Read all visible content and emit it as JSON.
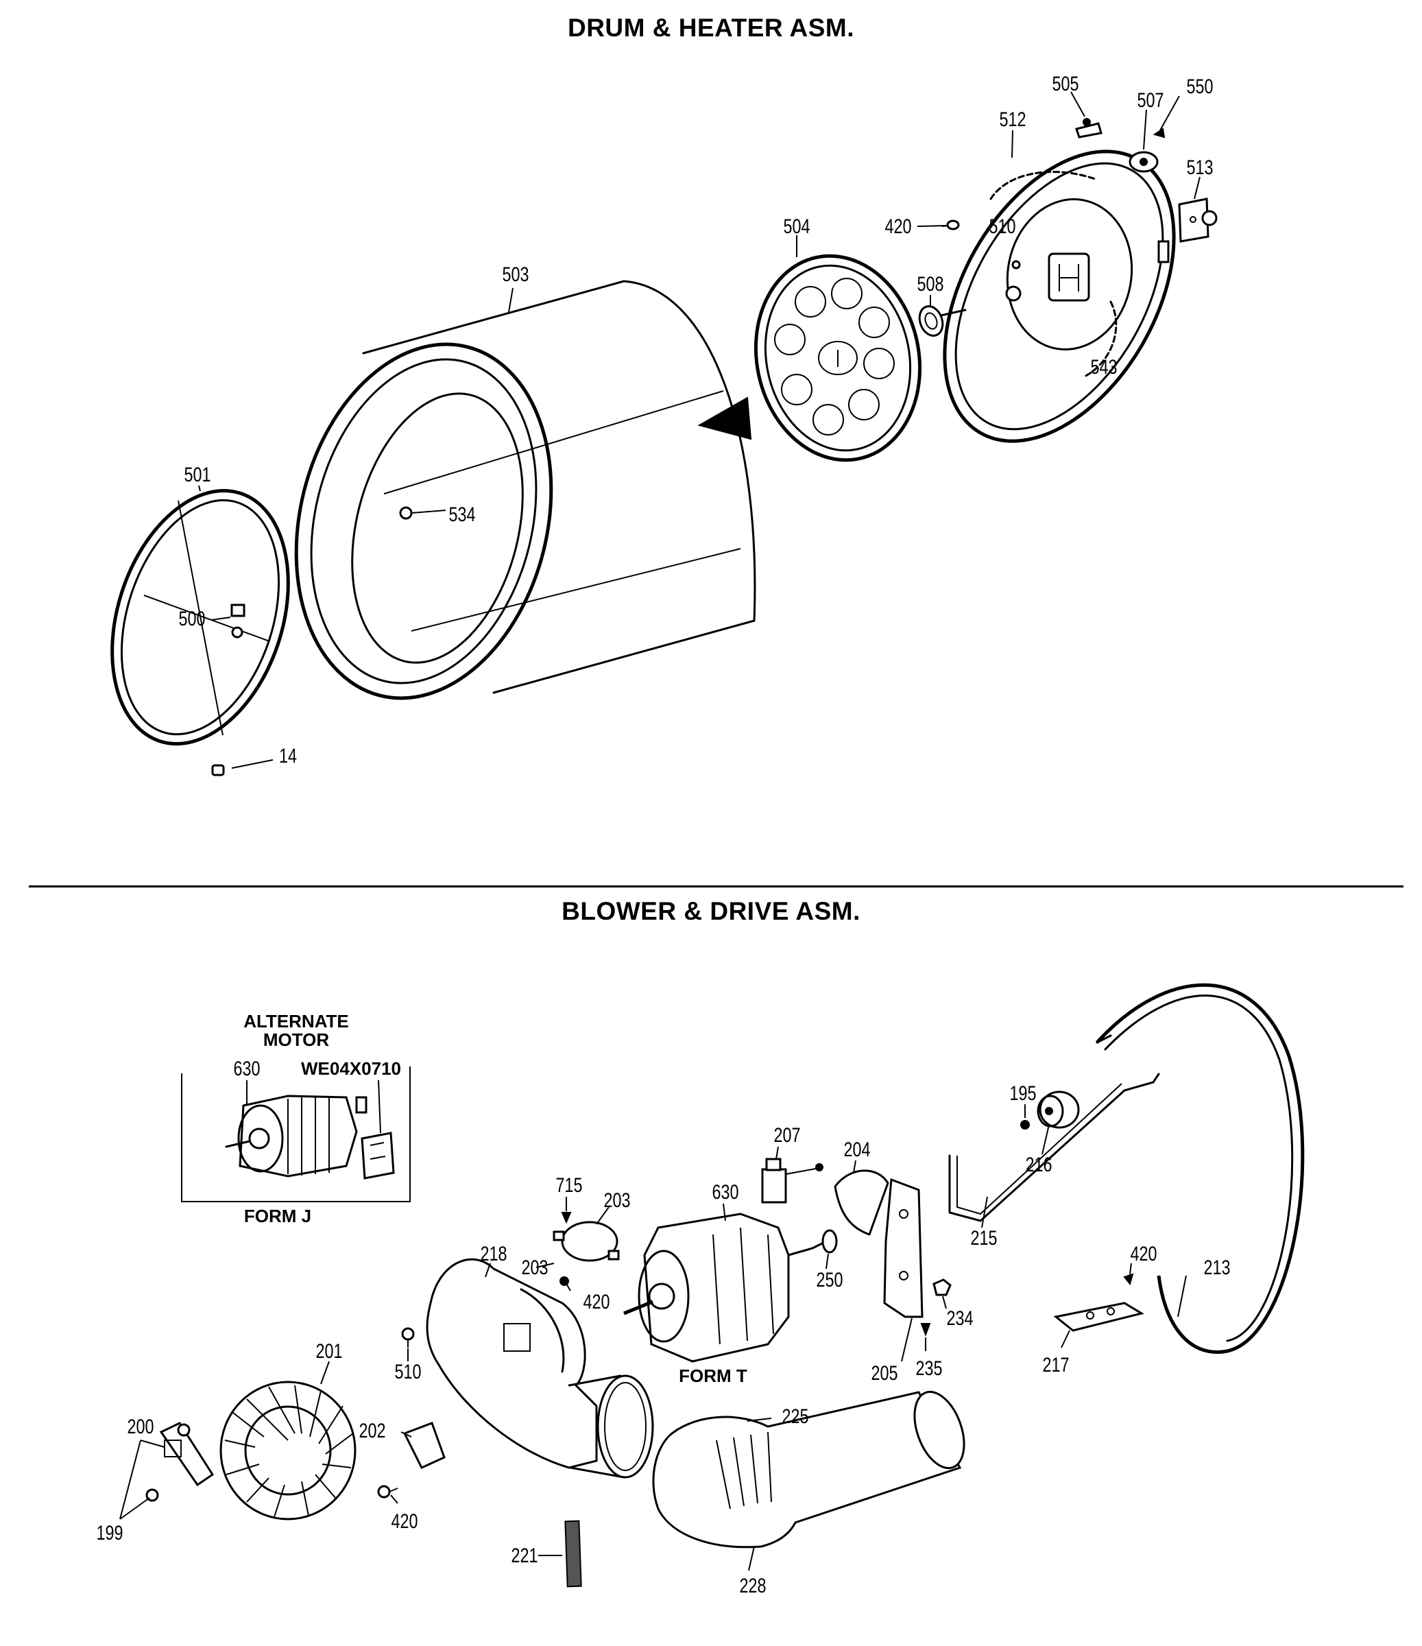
{
  "sections": {
    "drum_heater": {
      "title": "DRUM & HEATER ASM."
    },
    "blower_drive": {
      "title": "BLOWER & DRIVE ASM."
    }
  },
  "alternate_motor": {
    "heading_line1": "ALTERNATE",
    "heading_line2": "MOTOR",
    "motor_callout": "630",
    "part_number": "WE04X0710",
    "form_label": "FORM J"
  },
  "form_t_label": "FORM T",
  "drum_callouts": [
    "505",
    "507",
    "550",
    "512",
    "513",
    "420",
    "510",
    "504",
    "508",
    "503",
    "543",
    "501",
    "534",
    "500",
    "14"
  ],
  "blower_callouts": [
    "195",
    "207",
    "204",
    "216",
    "715",
    "203",
    "630",
    "215",
    "218",
    "203",
    "420",
    "250",
    "420",
    "213",
    "234",
    "201",
    "510",
    "205",
    "235",
    "217",
    "200",
    "202",
    "225",
    "420",
    "199",
    "221",
    "228"
  ]
}
